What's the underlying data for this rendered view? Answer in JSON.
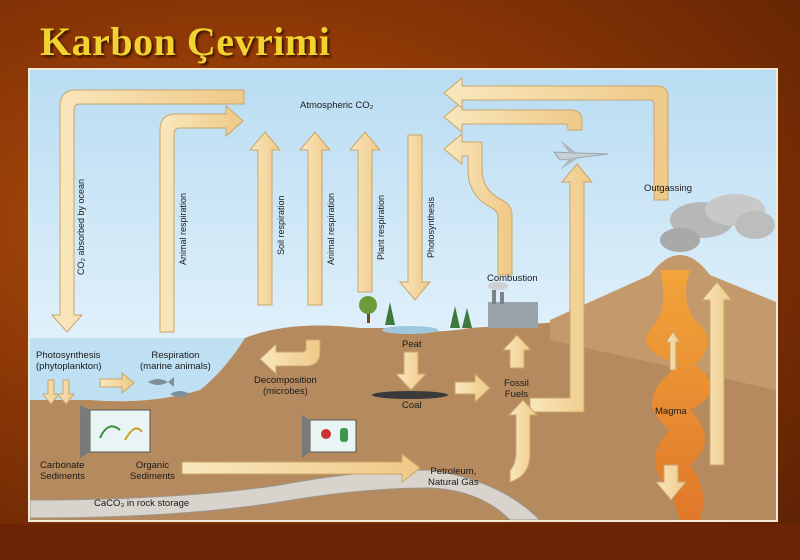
{
  "slide": {
    "title": "Karbon Çevrimi"
  },
  "diagram": {
    "atmosphere": "Atmospheric CO₂",
    "ocean_absorption": "CO₂ absorbed by ocean",
    "animal_respiration_left": "Animal respiration",
    "soil_respiration": "Soil respiration",
    "animal_respiration": "Animal respiration",
    "plant_respiration": "Plant respiration",
    "photosynthesis": "Photosynthesis",
    "combustion": "Combustion",
    "outgassing": "Outgassing",
    "phytoplankton_1": "Photosynthesis",
    "phytoplankton_2": "(phytoplankton)",
    "marine_resp_1": "Respiration",
    "marine_resp_2": "(marine animals)",
    "decomposition_1": "Decomposition",
    "decomposition_2": "(microbes)",
    "peat": "Peat",
    "coal": "Coal",
    "fossil_fuels_1": "Fossil",
    "fossil_fuels_2": "Fuels",
    "magma": "Magma",
    "carbonate_1": "Carbonate",
    "carbonate_2": "Sediments",
    "organic_1": "Organic",
    "organic_2": "Sediments",
    "petroleum_1": "Petroleum,",
    "petroleum_2": "Natural Gas",
    "rock_storage": "CaCO₃ in rock storage"
  },
  "colors": {
    "arrow_fill": "#f6dca2",
    "arrow_stroke": "#c9a56a",
    "sky": "#c8e3f5",
    "ocean": "#bfe0f2",
    "ground": "#b58a5e",
    "lava": "#e07a26"
  }
}
